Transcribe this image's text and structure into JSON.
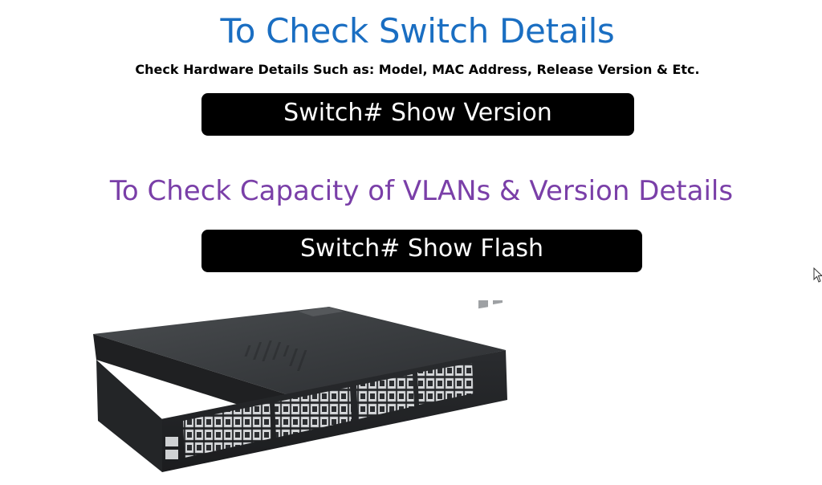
{
  "slide": {
    "title_1": "To Check Switch Details",
    "subtitle": "Check Hardware Details Such as: Model, MAC Address, Release Version & Etc.",
    "command_1": "Switch# Show Version",
    "title_2": "To Check Capacity of VLANs & Version Details",
    "command_2": "Switch# Show Flash"
  },
  "colors": {
    "title_1": "#1a6ec2",
    "title_2": "#7a3fa8",
    "command_bg": "#000000",
    "command_text": "#ffffff"
  },
  "image": {
    "subject": "network-switch",
    "cursor_icon": "mouse-pointer-icon"
  }
}
